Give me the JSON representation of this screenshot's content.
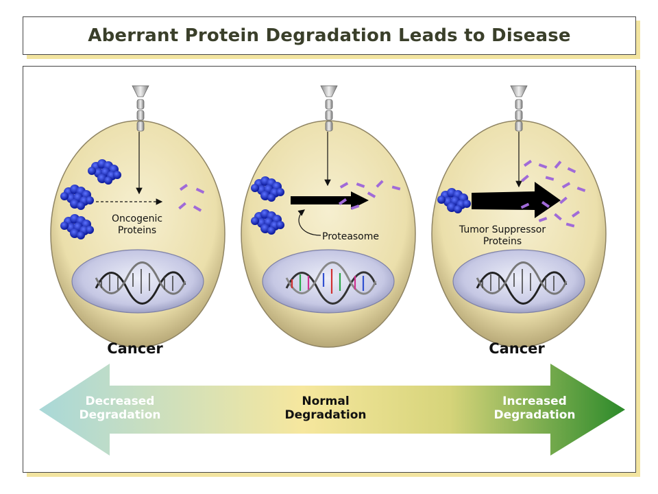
{
  "title": "Aberrant Protein Degradation Leads to Disease",
  "cells": {
    "left": {
      "label": "Oncogenic\nProteins",
      "outcome": "Cancer"
    },
    "middle": {
      "label": "Proteasome"
    },
    "right": {
      "label": "Tumor Suppressor\nProteins",
      "outcome": "Cancer"
    }
  },
  "spectrum": {
    "left": "Decreased\nDegradation",
    "center": "Normal\nDegradation",
    "right": "Increased\nDegradation"
  },
  "colors": {
    "protein": "#1a2fd6",
    "fragment": "#a06ad8",
    "cell": "#efe3b0",
    "nucleus": "#c9cbe6",
    "arrow_left": "#a9d8d8",
    "arrow_mid": "#f6e79e",
    "arrow_right": "#2c8a2a"
  }
}
